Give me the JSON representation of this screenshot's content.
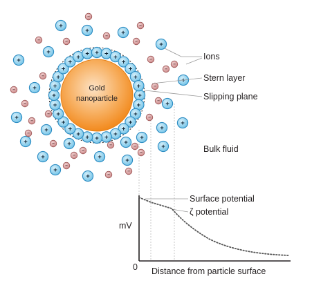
{
  "particle": {
    "line1": "Gold",
    "line2": "nanoparticle"
  },
  "labels": {
    "ions": "Ions",
    "stern_layer": "Stern layer",
    "slipping_plane": "Slipping plane",
    "bulk_fluid": "Bulk fluid",
    "surface_potential": "Surface potential",
    "zeta_potential": "ζ potential"
  },
  "graph": {
    "ylabel": "mV",
    "origin": "0",
    "xlabel": "Distance from particle surface"
  },
  "ion_signs": {
    "positive": "+",
    "negative": "−"
  },
  "colors": {
    "particle_center": "#fde2c4",
    "particle_edge": "#f28a1e",
    "positive_ion_fill": "#8fd1ee",
    "positive_ion_stroke": "#2a8bc2",
    "negative_ion_fill": "#d59a9a",
    "negative_ion_stroke": "#9b5454",
    "leader_line": "#9a9a9a"
  },
  "icons": [
    "positive-ion-icon",
    "negative-ion-icon"
  ]
}
